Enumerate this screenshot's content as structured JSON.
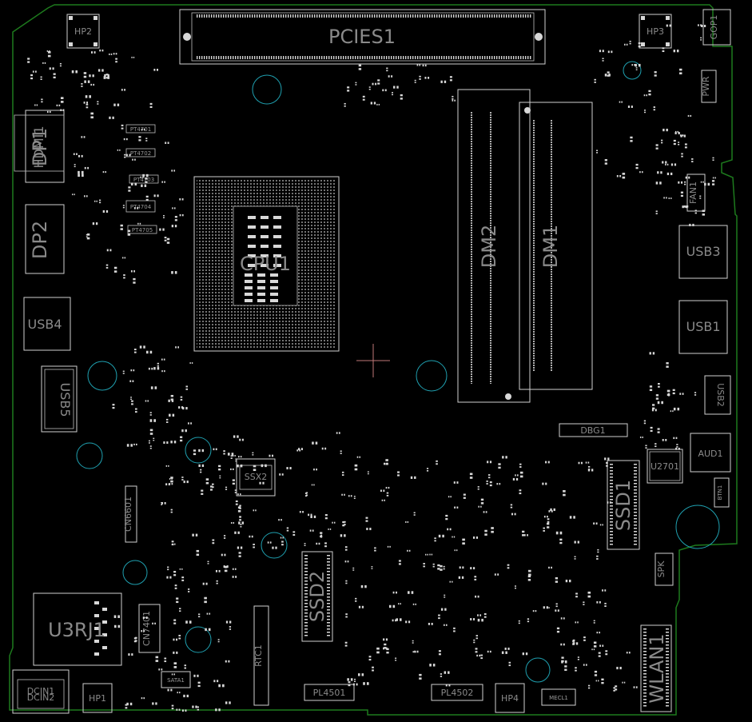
{
  "labels": {
    "pcies1": "PCIES1",
    "hp2": "HP2",
    "hp3": "HP3",
    "hp1": "HP1",
    "hp4": "HP4",
    "gop1": "GOP1",
    "pwr": "PWR",
    "hdmi1": "HDMI1",
    "dp1": "DP1",
    "dp2": "DP2",
    "usb4": "USB4",
    "usb5": "USB5",
    "usb3": "USB3",
    "usb1": "USB1",
    "usb2": "USB2",
    "cpu1": "CPU1",
    "dm1": "DM1",
    "dm2": "DM2",
    "dbg1": "DBG1",
    "u2701": "U2701",
    "aud1": "AUD1",
    "btn1": "BTN1",
    "ssd1": "SSD1",
    "ssd2": "SSD2",
    "spk": "SPK",
    "wlan1": "WLAN1",
    "cn6601": "CN6601",
    "cn7401": "CN7401",
    "u3rj1": "U3RJ1",
    "dcin1": "DCIN1",
    "dcin2": "DCIN2",
    "sata1": "SATA1",
    "rtc1": "RTC1",
    "pl4501": "PL4501",
    "pl4502": "PL4502",
    "ssx2": "SSX2",
    "fan1": "FAN1",
    "pt4701": "PT4701",
    "pt4702": "PT4702",
    "pt4703": "PT4703",
    "pt4704": "PT4704",
    "pt4705": "PT4705",
    "mecl1": "MECL1"
  },
  "colors": {
    "background": "#000000",
    "silkscreen": "#cfcfcf",
    "label_text": "#8a8a8a",
    "board_edge": "#1d7a1d",
    "mounting_hole": "#1fa0b0",
    "crosshair": "#c07878"
  }
}
